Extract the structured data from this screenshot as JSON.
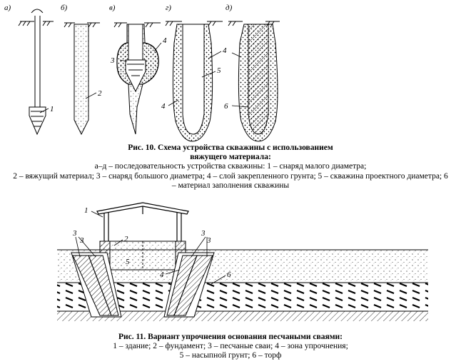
{
  "fig10": {
    "panel_labels": [
      "а)",
      "б)",
      "в)",
      "г)",
      "д)"
    ],
    "callouts": [
      "1",
      "2",
      "3",
      "4",
      "4",
      "5",
      "4",
      "6"
    ],
    "title_line1": "Рис. 10.  Схема устройства скважины с использованием",
    "title_line2": "вяжущего материала:",
    "legend_line1": "а–д – последовательность устройства скважины: 1 – снаряд малого диаметра;",
    "legend_line2": "2 – вяжущий материал; 3 – снаряд большого диаметра; 4 – слой закрепленного грунта; 5 – скважина проектного диаметра; 6",
    "legend_line3": "– материал заполнения скважины"
  },
  "fig11": {
    "callouts": [
      "1",
      "2",
      "3",
      "3",
      "3",
      "3",
      "5",
      "4",
      "6"
    ],
    "title": "Рис. 11.  Вариант упрочнения основания песчаными сваями:",
    "legend_line1": "1 – здание; 2 – фундамент; 3 – песчаные сваи; 4 – зона упрочнения;",
    "legend_line2": "5 – насыпной грунт; 6 – торф"
  }
}
